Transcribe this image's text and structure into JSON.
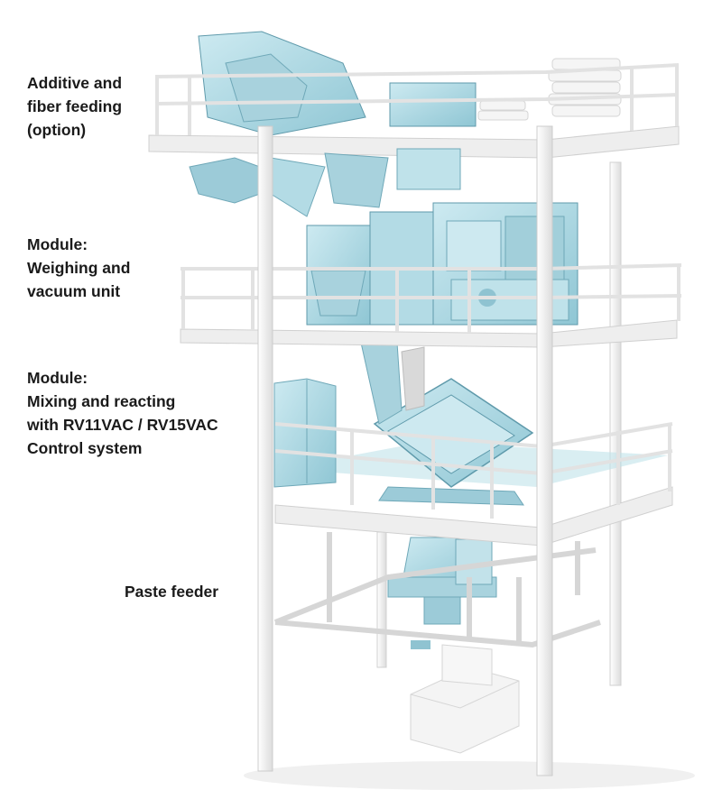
{
  "labels": {
    "additive": [
      "Additive and",
      "fiber feeding",
      "(option)"
    ],
    "weighing": [
      "Module:",
      "Weighing and",
      "vacuum unit"
    ],
    "mixing": [
      "Module:",
      "Mixing and reacting",
      "with RV11VAC / RV15VAC",
      "Control system"
    ],
    "paste": [
      "Paste feeder"
    ]
  },
  "colors": {
    "equipment": "#b6dce6",
    "equipment_dark": "#7fb9c8",
    "frame": "#f2f2f2",
    "frame_edge": "#cfcfcf",
    "text": "#1a1a1a"
  }
}
